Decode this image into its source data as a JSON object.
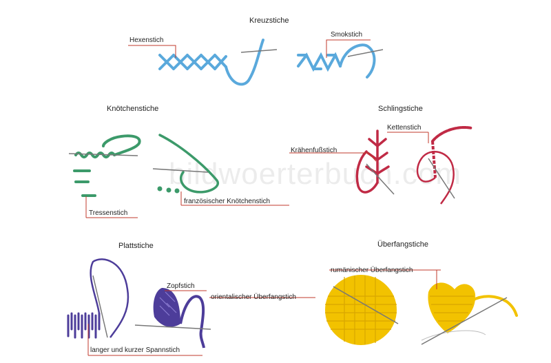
{
  "watermark": "bildwoerterbuch.com",
  "colors": {
    "leader": "#c0392b",
    "blue_thread": "#5aa9dc",
    "green_thread": "#3c9a6a",
    "red_thread": "#c02a45",
    "purple_thread": "#4d3d9a",
    "yellow_thread": "#f2c200"
  },
  "groups": [
    {
      "title": "Kreuzstiche",
      "stitches": [
        "Hexenstich",
        "Smokstich"
      ]
    },
    {
      "title": "Knötchenstiche",
      "stitches": [
        "Tressenstich",
        "französischer Knötchenstich"
      ]
    },
    {
      "title": "Schlingstiche",
      "stitches": [
        "Krähenfußstich",
        "Kettenstich"
      ]
    },
    {
      "title": "Plattstiche",
      "stitches": [
        "Zopfstich",
        "langer und kurzer Spannstich"
      ]
    },
    {
      "title": "Überfangstiche",
      "stitches": [
        "orientalischer Überfangstich",
        "rumänischer Überfangstich"
      ]
    }
  ]
}
